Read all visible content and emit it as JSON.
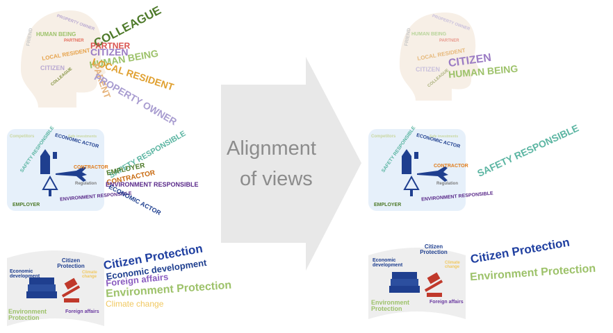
{
  "center": {
    "line1": "Alignment",
    "line2": "of views"
  },
  "left": {
    "head_words": [
      {
        "text": "PROPERTY OWNER",
        "color": "#b9a9d1"
      },
      {
        "text": "FRIEND",
        "color": "#c8c8c8"
      },
      {
        "text": "HUMAN BEING",
        "color": "#9dc26a"
      },
      {
        "text": "PARTNER",
        "color": "#e36c5a"
      },
      {
        "text": "LOCAL RESIDENT",
        "color": "#e6a24a"
      },
      {
        "text": "CITIZEN",
        "color": "#b9a9d1"
      },
      {
        "text": "COLLEAGUE",
        "color": "#7f8f3a"
      }
    ],
    "roles": [
      {
        "text": "COLLEAGUE",
        "color": "#4e7a2a"
      },
      {
        "text": "PARTNER",
        "color": "#d9534f"
      },
      {
        "text": "CITIZEN",
        "color": "#9b7cc4"
      },
      {
        "text": "HUMAN BEING",
        "color": "#9dc26a"
      },
      {
        "text": "LOCAL RESIDENT",
        "color": "#e0a030"
      },
      {
        "text": "PARENT",
        "color": "#e6b37a"
      },
      {
        "text": "PROPERTY OWNER",
        "color": "#a89cd0"
      }
    ],
    "actor_words": [
      {
        "text": "SAFETY RESPONSIBLE",
        "color": "#5bb5a2"
      },
      {
        "text": "ECONOMIC ACTOR",
        "color": "#1f3f8f"
      },
      {
        "text": "CONTRACTOR",
        "color": "#e07b1a"
      },
      {
        "text": "Regulation",
        "color": "#7a7a7a"
      },
      {
        "text": "ENVIRONMENT RESPONSIBLE",
        "color": "#5a2a8a"
      },
      {
        "text": "EMPLOYER",
        "color": "#4e7a2a"
      },
      {
        "text": "Competitors",
        "color": "#c9d7a0"
      },
      {
        "text": "Safe investments",
        "color": "#c9d7a0"
      }
    ],
    "actor_roles": [
      {
        "text": "SAFETY RESPONSIBLE",
        "color": "#5bb5a2"
      },
      {
        "text": "EMPLOYER",
        "color": "#4e7a2a"
      },
      {
        "text": "CONTRACTOR",
        "color": "#c86a10"
      },
      {
        "text": "ENVIRONMENT RESPONSIBLE",
        "color": "#5a2a8a"
      },
      {
        "text": "ECONOMIC ACTOR",
        "color": "#1f3f8f"
      }
    ],
    "policy_words": [
      {
        "text": "Economic development",
        "color": "#1f3f8f"
      },
      {
        "text": "Citizen Protection",
        "color": "#1f3f8f"
      },
      {
        "text": "Climate change",
        "color": "#f0c860"
      },
      {
        "text": "Environment Protection",
        "color": "#9dc26a"
      },
      {
        "text": "Foreign affairs",
        "color": "#6a3aa0"
      }
    ],
    "policy_roles": [
      {
        "text": "Citizen Protection",
        "color": "#1f3fa0"
      },
      {
        "text": "Economic development",
        "color": "#1f3f8f"
      },
      {
        "text": "Foreign affairs",
        "color": "#8a5cc0"
      },
      {
        "text": "Environment Protection",
        "color": "#9dc26a"
      },
      {
        "text": "Climate change",
        "color": "#f0c860"
      }
    ]
  },
  "right": {
    "head_words": [
      {
        "text": "PROPERTY OWNER",
        "color": "#c9c0dc"
      },
      {
        "text": "FRIEND",
        "color": "#c8c8c8"
      },
      {
        "text": "HUMAN BEING",
        "color": "#b8d49a"
      },
      {
        "text": "PARTNER",
        "color": "#e89a8e"
      },
      {
        "text": "LOCAL RESIDENT",
        "color": "#e6b87a"
      },
      {
        "text": "CITIZEN",
        "color": "#c9c0dc"
      },
      {
        "text": "COLLEAGUE",
        "color": "#a9b07a"
      }
    ],
    "roles": [
      {
        "text": "CITIZEN",
        "color": "#9b7cc4"
      },
      {
        "text": "HUMAN BEING",
        "color": "#9dc26a"
      }
    ],
    "actor_words": [
      {
        "text": "SAFETY RESPONSIBLE",
        "color": "#5bb5a2"
      },
      {
        "text": "ECONOMIC ACTOR",
        "color": "#1f3f8f"
      },
      {
        "text": "CONTRACTOR",
        "color": "#e07b1a"
      },
      {
        "text": "Regulation",
        "color": "#7a7a7a"
      },
      {
        "text": "ENVIRONMENT RESPONSIBLE",
        "color": "#5a2a8a"
      },
      {
        "text": "EMPLOYER",
        "color": "#4e7a2a"
      },
      {
        "text": "Competitors",
        "color": "#c9d7a0"
      },
      {
        "text": "Safe investments",
        "color": "#c9d7a0"
      }
    ],
    "actor_roles": [
      {
        "text": "SAFETY RESPONSIBLE",
        "color": "#5bb5a2"
      }
    ],
    "policy_words": [
      {
        "text": "Economic development",
        "color": "#1f3f8f"
      },
      {
        "text": "Citizen Protection",
        "color": "#1f3f8f"
      },
      {
        "text": "Climate change",
        "color": "#f0c860"
      },
      {
        "text": "Environment Protection",
        "color": "#9dc26a"
      },
      {
        "text": "Foreign affairs",
        "color": "#6a3aa0"
      }
    ],
    "policy_roles": [
      {
        "text": "Citizen Protection",
        "color": "#1f3fa0"
      },
      {
        "text": "Environment Protection",
        "color": "#9dc26a"
      }
    ]
  },
  "colors": {
    "arrow": "#e8e8e8",
    "arrow_text": "#8c8c8c",
    "panel_bg": "#e6f0fa",
    "icon_blue": "#1f3f8f",
    "icon_red": "#c0392b",
    "head_fill": "#f7efe6"
  }
}
